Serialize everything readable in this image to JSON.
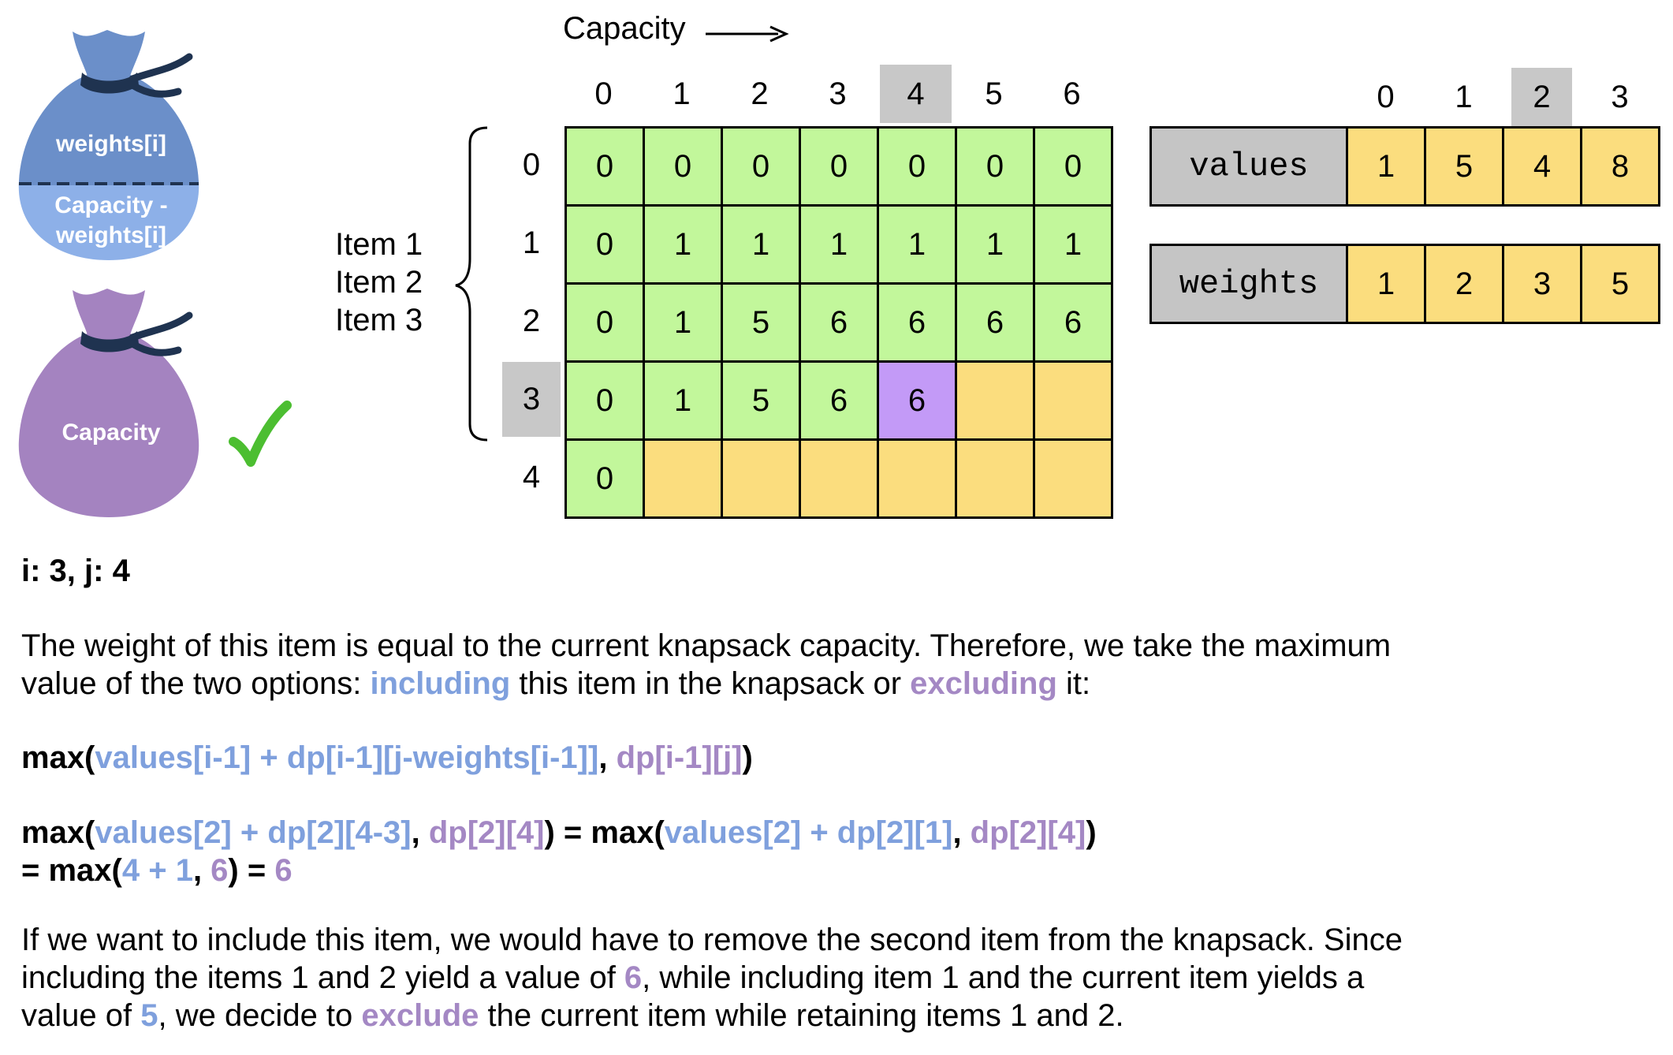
{
  "bags": {
    "top_upper_label": "weights[i]",
    "top_lower_label_1": "Capacity -",
    "top_lower_label_2": "weights[i]",
    "bottom_label": "Capacity",
    "check_icon": "check-mark-icon",
    "colors": {
      "blue_dark": "#6b8fc9",
      "blue_light": "#8db0e8",
      "purple": "#a483c0",
      "tie": "#1f3350",
      "check": "#4cbe31"
    }
  },
  "dp_table": {
    "capacity_label": "Capacity",
    "col_headers": [
      "0",
      "1",
      "2",
      "3",
      "4",
      "5",
      "6"
    ],
    "row_headers": [
      "0",
      "1",
      "2",
      "3",
      "4"
    ],
    "highlight_col": 4,
    "highlight_row": 3,
    "item_labels": [
      "Item 1",
      "Item 2",
      "Item 3"
    ],
    "rows": [
      [
        "0",
        "0",
        "0",
        "0",
        "0",
        "0",
        "0"
      ],
      [
        "0",
        "1",
        "1",
        "1",
        "1",
        "1",
        "1"
      ],
      [
        "0",
        "1",
        "5",
        "6",
        "6",
        "6",
        "6"
      ],
      [
        "0",
        "1",
        "5",
        "6",
        "6",
        "",
        ""
      ],
      [
        "0",
        "",
        "",
        "",
        "",
        "",
        ""
      ]
    ],
    "cell_states": [
      [
        "g",
        "g",
        "g",
        "g",
        "g",
        "g",
        "g"
      ],
      [
        "g",
        "g",
        "g",
        "g",
        "g",
        "g",
        "g"
      ],
      [
        "g",
        "g",
        "g",
        "g",
        "g",
        "g",
        "g"
      ],
      [
        "g",
        "g",
        "g",
        "g",
        "p",
        "y",
        "y"
      ],
      [
        "g",
        "y",
        "y",
        "y",
        "y",
        "y",
        "y"
      ]
    ],
    "colors": {
      "filled": "#c2f79b",
      "empty": "#fbdd7e",
      "current": "#c39af7",
      "highlight": "#c5c5c5"
    }
  },
  "arrays": {
    "index_headers": [
      "0",
      "1",
      "2",
      "3"
    ],
    "highlight_index": 2,
    "values_label": "values",
    "values": [
      "1",
      "5",
      "4",
      "8"
    ],
    "weights_label": "weights",
    "weights": [
      "1",
      "2",
      "3",
      "5"
    ]
  },
  "text": {
    "step_label": "i: 3, j: 4",
    "para1_line1": "The weight of this item is equal to the current knapsack capacity. Therefore, we take the maximum",
    "para1_line2_a": "value of the two options: ",
    "para1_line2_incl": "including",
    "para1_line2_b": " this item in the knapsack or ",
    "para1_line2_excl": "excluding",
    "para1_line2_c": " it:",
    "f1_max": "max(",
    "f1_incl": "values[i-1] + dp[i-1][j-weights[i-1]]",
    "f1_comma": ", ",
    "f1_excl": "dp[i-1][j]",
    "f1_close": ")",
    "f2_max": "max(",
    "f2_incl": "values[2] + dp[2][4-3]",
    "f2_comma": ", ",
    "f2_excl": "dp[2][4]",
    "f2_mid": ") = max(",
    "f2_incl2": "values[2] + dp[2][1]",
    "f2_comma2": ", ",
    "f2_excl2": "dp[2][4]",
    "f2_close": ")",
    "f3_eq": "= max(",
    "f3_incl": "4 + 1",
    "f3_comma": ", ",
    "f3_excl": "6",
    "f3_mid": ") = ",
    "f3_result": "6",
    "p2_l1": "If we want to include this item, we would have to remove the second item from the knapsack. Since",
    "p2_l2_a": "including the items 1 and 2 yield a value of ",
    "p2_l2_v": "6",
    "p2_l2_b": ", while including item 1 and the current item yields a",
    "p2_l3_a": "value of ",
    "p2_l3_v": "5",
    "p2_l3_b": ", we decide to ",
    "p2_l3_excl": "exclude",
    "p2_l3_c": " the current item while retaining items 1 and 2."
  }
}
